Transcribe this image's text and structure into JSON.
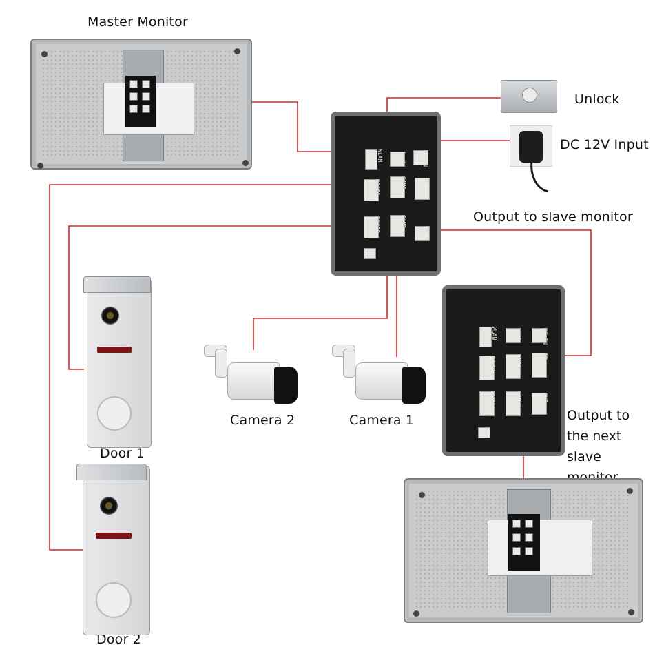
{
  "labels": {
    "master_monitor": "Master Monitor",
    "unlock": "Unlock",
    "dc_input": "DC 12V Input",
    "output_slave": "Output to slave monitor",
    "output_next": "Output to\nthe next\nslave monitor",
    "camera2": "Camera 2",
    "camera1": "Camera 1",
    "door1": "Door 1",
    "door2": "Door 2"
  },
  "ports": {
    "wlan": "WLAN",
    "lock": "Lock",
    "dcin": "DC-IN",
    "door1": "DOOR1",
    "cam1": "CAM1",
    "in": "IN",
    "door2": "DOOR2",
    "cam2": "CAM2",
    "out": "OUT"
  },
  "colors": {
    "wire": "#d42a2a",
    "wire_dark": "#b8383d"
  }
}
